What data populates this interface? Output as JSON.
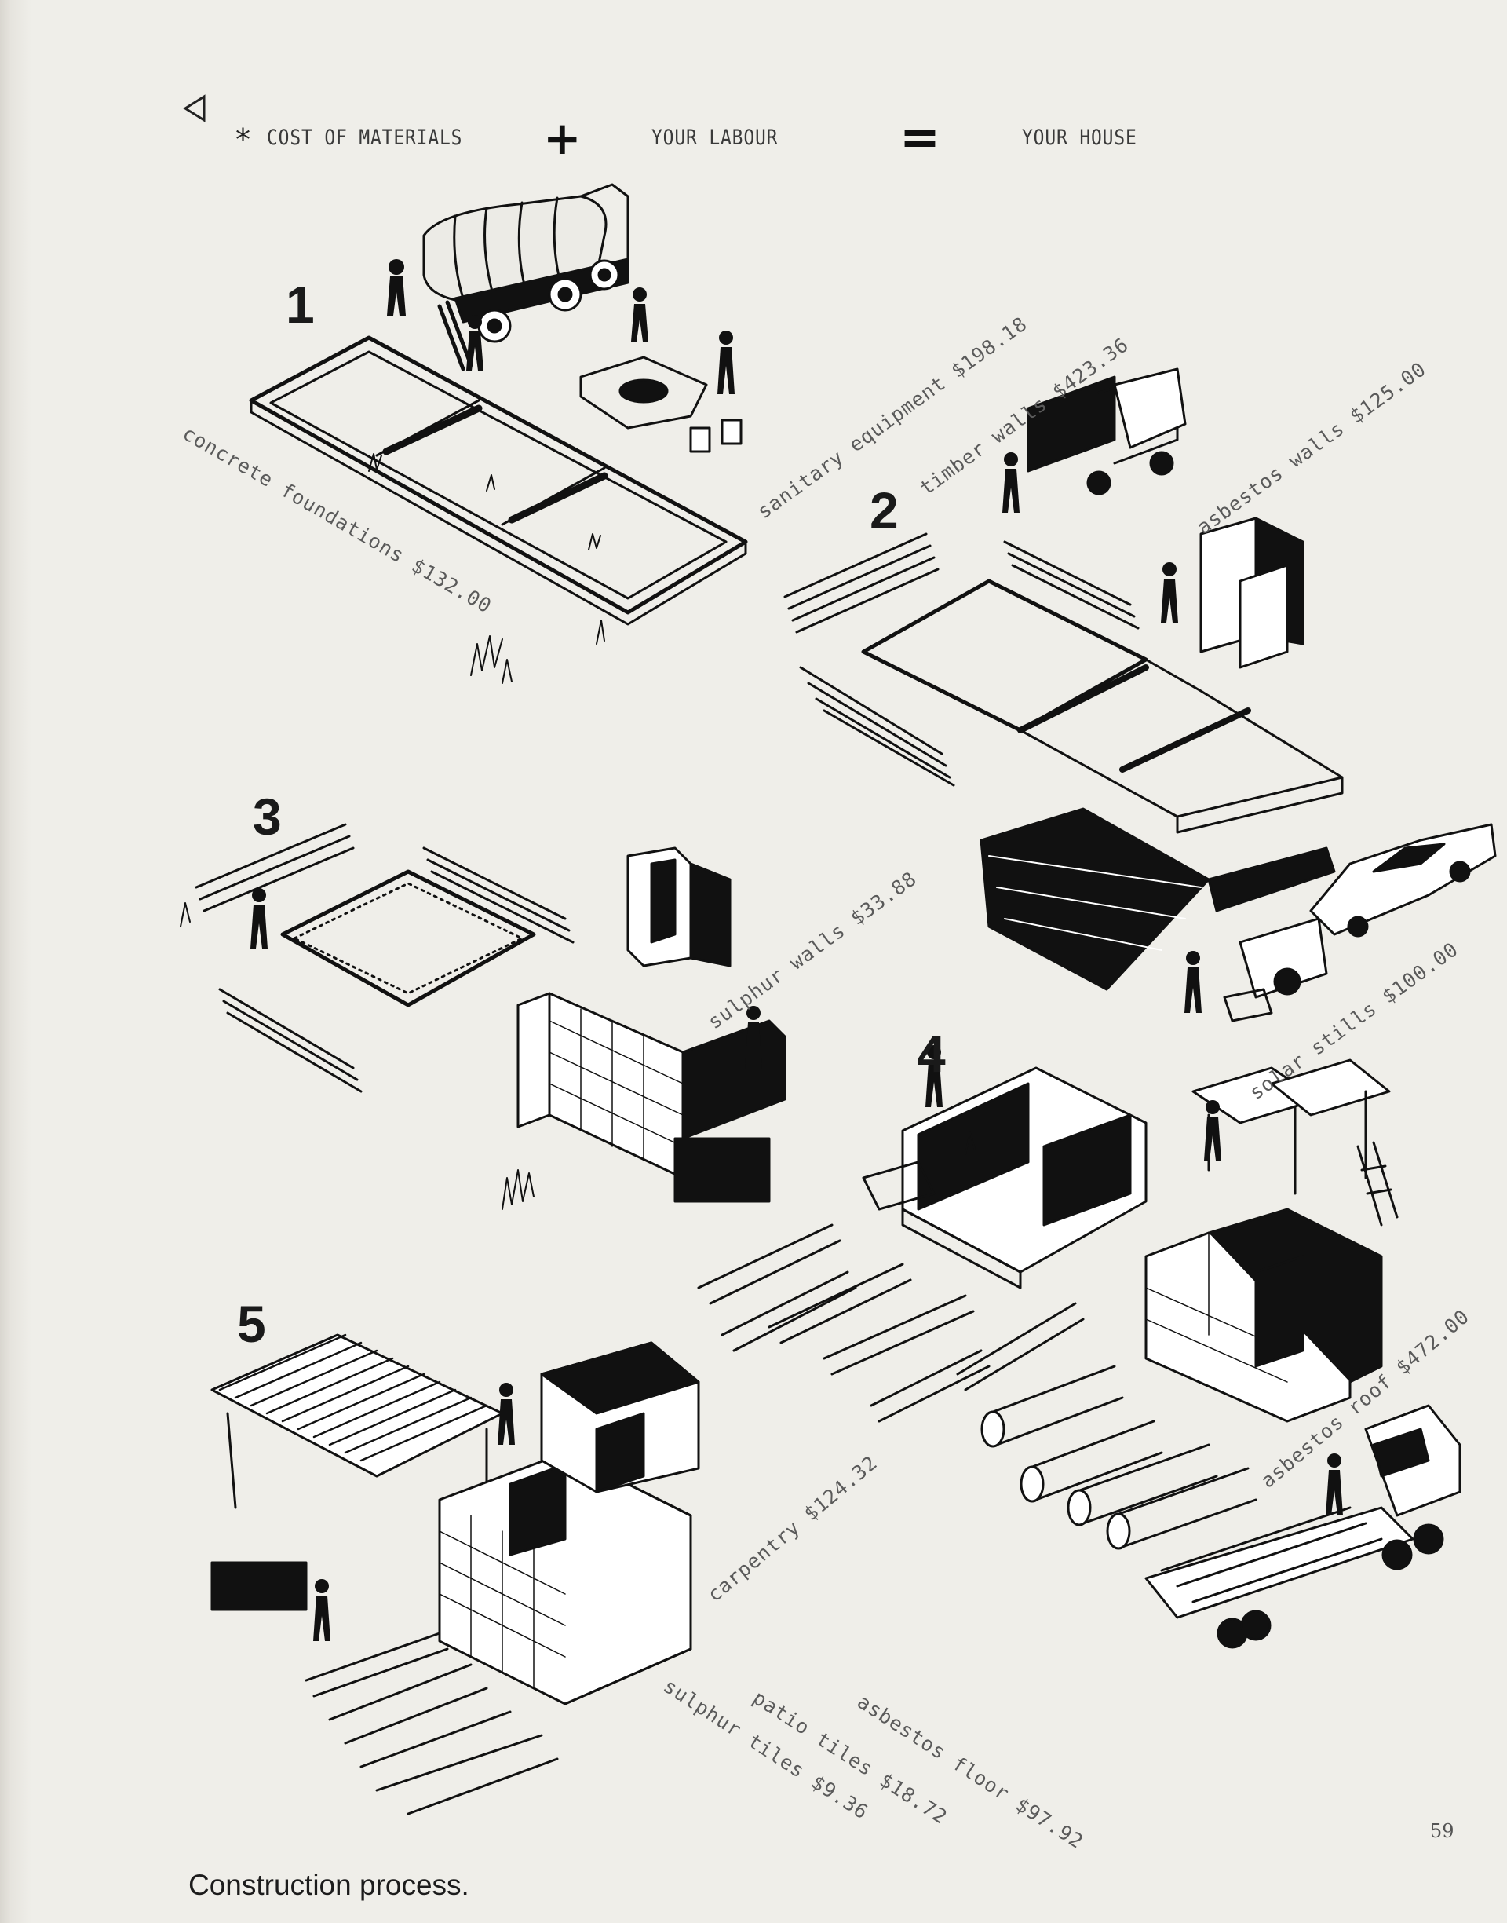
{
  "equation": {
    "asterisk": "*",
    "term_materials": "COST OF MATERIALS",
    "plus": "+",
    "term_labour": "YOUR LABOUR",
    "equals": "=",
    "term_house": "YOUR HOUSE"
  },
  "steps": [
    "1",
    "2",
    "3",
    "4",
    "5"
  ],
  "costs": {
    "concrete_foundations": "concrete foundations $132.00",
    "sanitary_equipment": "sanitary equipment $198.18",
    "timber_walls": "timber walls $423.36",
    "asbestos_walls": "asbestos walls $125.00",
    "sulphur_walls": "sulphur walls $33.88",
    "solar_stills": "solar stills $100.00",
    "asbestos_roof": "asbestos roof $472.00",
    "carpentry": "carpentry $124.32",
    "asbestos_floor": "asbestos floor $97.92",
    "patio_tiles": "patio tiles $18.72",
    "sulphur_tiles": "sulphur tiles $9.36"
  },
  "page_number": "59",
  "caption": "Construction process.",
  "colors": {
    "paper": "#efeee9",
    "ink": "#111111",
    "typed": "#5a5a5a"
  }
}
